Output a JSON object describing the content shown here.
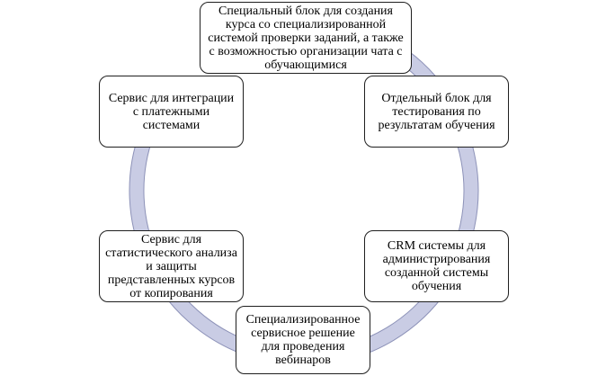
{
  "diagram": {
    "type": "cycle",
    "colors": {
      "ring_fill": "#c9cce4",
      "ring_stroke": "#8d92b8",
      "node_border": "#1f1f1f",
      "node_fill": "#ffffff"
    },
    "nodes": [
      {
        "label": "Специальный блок для создания курса со специализированной системой проверки заданий, а также с возможностью организации чата с обучающимися"
      },
      {
        "label": "Отдельный блок для тестирования по результатам обучения"
      },
      {
        "label": "CRM системы для администрирования созданной системы обучения"
      },
      {
        "label": "Специализированное сервисное решение для проведения вебинаров"
      },
      {
        "label": "Сервис для статистического анализа и защиты представленных курсов от копирования"
      },
      {
        "label": "Сервис для интеграции с платежными системами"
      }
    ],
    "edges": [
      {
        "from": 0,
        "to": 1
      },
      {
        "from": 1,
        "to": 2
      },
      {
        "from": 2,
        "to": 3
      },
      {
        "from": 3,
        "to": 4
      },
      {
        "from": 4,
        "to": 5
      },
      {
        "from": 5,
        "to": 0
      }
    ]
  }
}
